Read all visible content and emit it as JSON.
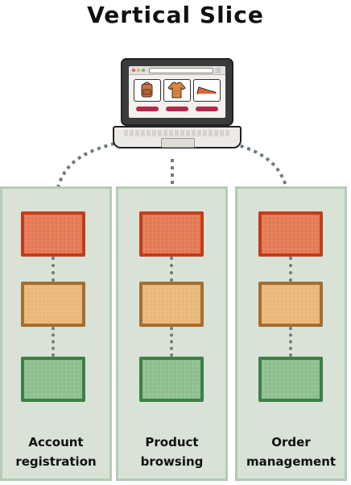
{
  "title": "Vertical Slice",
  "laptop": {
    "cart_icon": "cart-icon",
    "products": [
      "backpack-icon",
      "sweater-icon",
      "shoe-icon"
    ]
  },
  "columns": [
    {
      "label_line1": "Account",
      "label_line2": "registration"
    },
    {
      "label_line1": "Product",
      "label_line2": "browsing"
    },
    {
      "label_line1": "Order",
      "label_line2": "management"
    }
  ],
  "colors": {
    "column_bg": "#d8e2d6",
    "layer_top": "#e47a56",
    "layer_middle": "#eab77a",
    "layer_bottom": "#8fbf8f",
    "product_button": "#b5294b"
  }
}
